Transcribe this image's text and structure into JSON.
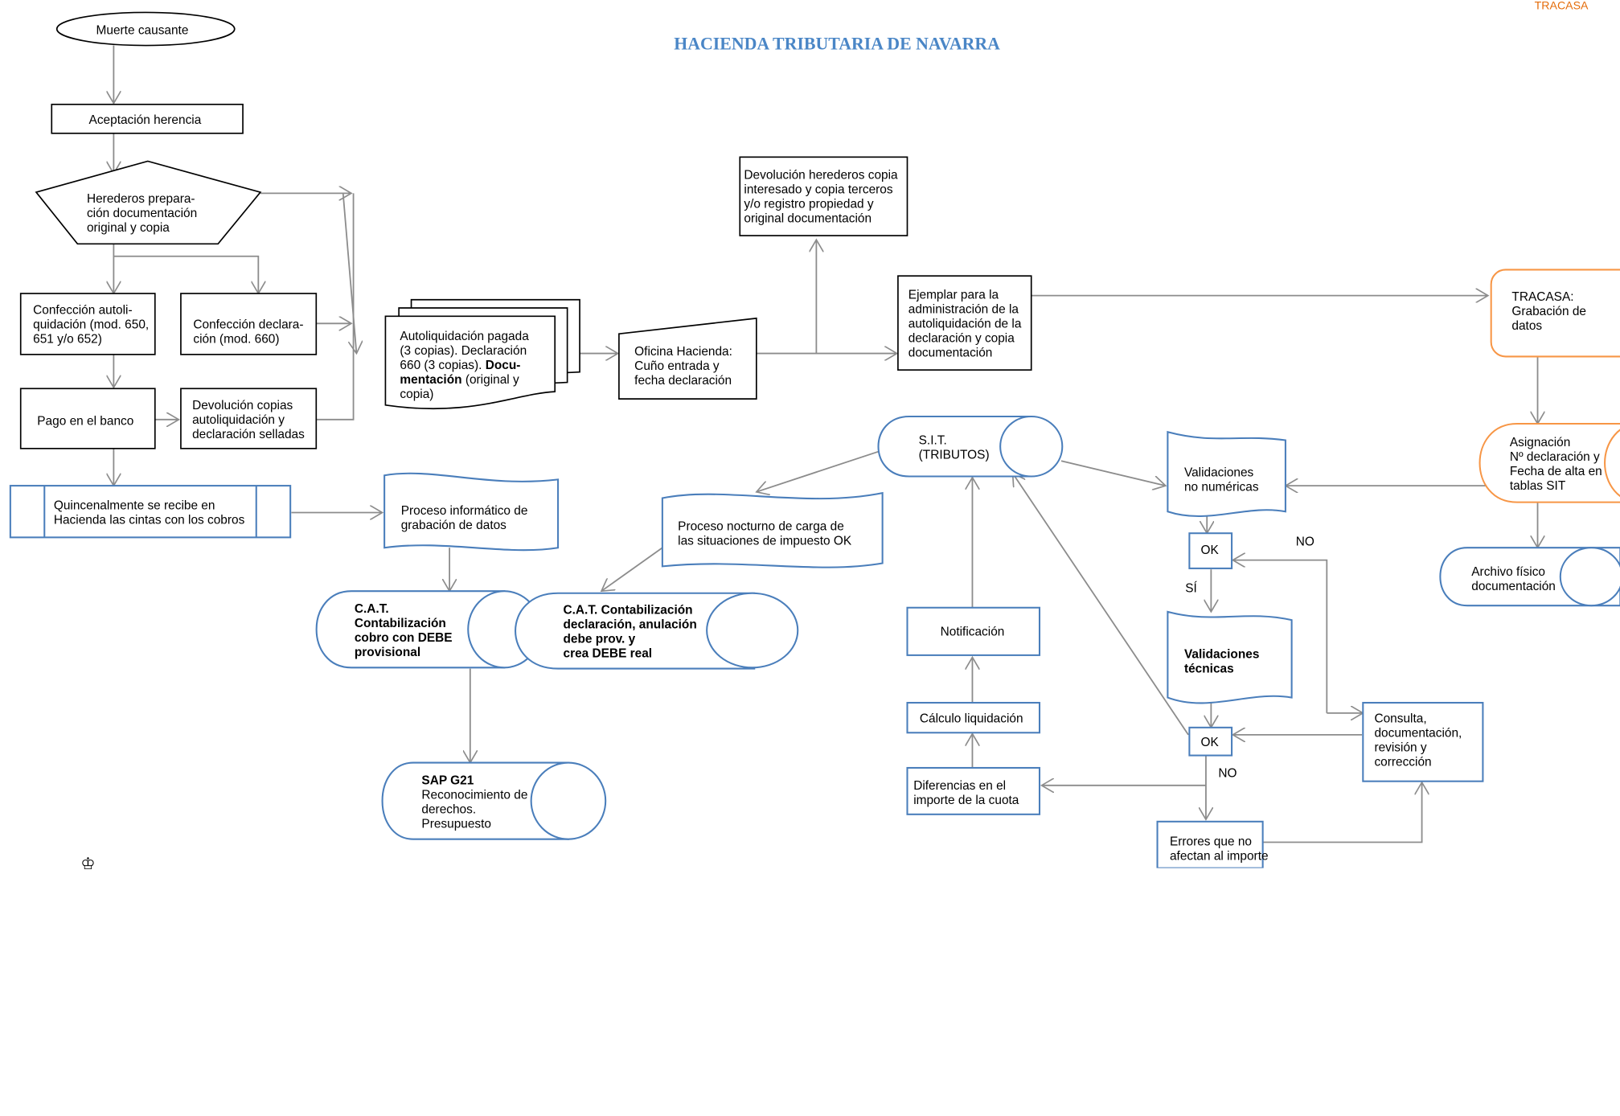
{
  "header": {
    "title": "HACIENDA TRIBUTARIA DE NAVARRA",
    "corner_label": "TRACASA"
  },
  "colors": {
    "title_blue": "#4a86c6",
    "shape_blue": "#4a7ebb",
    "tracasa_orange": "#f79646",
    "arrow_gray": "#8c8c8c"
  },
  "nodes": {
    "muerte": "Muerte causante",
    "aceptacion": "Aceptación herencia",
    "herederos": "Herederos prepara-\nción documentación\noriginal y copia",
    "confeccion_auto": "Confección autoli-\nquidación (mod. 650,\n651 y/o 652)",
    "confeccion_decl": "Confección declara-\nción (mod. 660)",
    "pago": "Pago en el banco",
    "devolucion_copias": "Devolución copias\nautoliquidación y\ndeclaración selladas",
    "quincenal": "Quincenalmente se recibe en\nHacienda las cintas con los cobros",
    "autoliq_1": "Autoliquidación pagada\n(3 copias). Declaración\n660 (3 copias). ",
    "autoliq_bold": "Docu-\nmentación",
    "autoliq_2": " (original y\ncopia)",
    "oficina": "Oficina Hacienda:\nCuño entrada y\nfecha declaración",
    "devolucion_herederos": "Devolución herederos copia\ninteresado y copia terceros\ny/o registro propiedad y\noriginal documentación",
    "ejemplar": "Ejemplar para la\nadministración de la\nautoliquidación de la\ndeclaración y copia\ndocumentación",
    "tracasa_grabacion": "TRACASA:\nGrabación de\ndatos",
    "asignacion": "Asignación\nNº declaración y\nFecha de alta en\ntablas SIT",
    "archivo": "Archivo físico\ndocumentación",
    "sit": "S.I.T.\n(TRIBUTOS)",
    "proceso_grabacion": "Proceso informático de\ngrabación de datos",
    "proceso_nocturno": "Proceso nocturno de carga de\nlas situaciones de impuesto OK",
    "cat1": "C.A.T.\nContabilización\ncobro con DEBE\nprovisional",
    "cat2": "C.A.T. Contabilización\ndeclaración, anulación\ndebe prov. y\ncrea DEBE real",
    "sap_bold": "SAP G21",
    "sap_rest": "Reconocimiento de\nderechos.\nPresupuesto",
    "validaciones_no_num": "Validaciones\nno numéricas",
    "ok1": "OK",
    "validaciones_tec": "Validaciones\ntécnicas",
    "ok2": "OK",
    "notificacion": "Notificación",
    "calculo": "Cálculo liquidación",
    "diferencias": "Diferencias en el\nimporte de la cuota",
    "errores": "Errores que no\nafectan al importe",
    "consulta": "Consulta,\ndocumentación,\nrevisión y\ncorrección"
  },
  "edge_labels": {
    "no_1": "NO",
    "si": "SÍ",
    "no_2": "NO"
  },
  "icons": {
    "crown": "crown-emblem-icon"
  }
}
